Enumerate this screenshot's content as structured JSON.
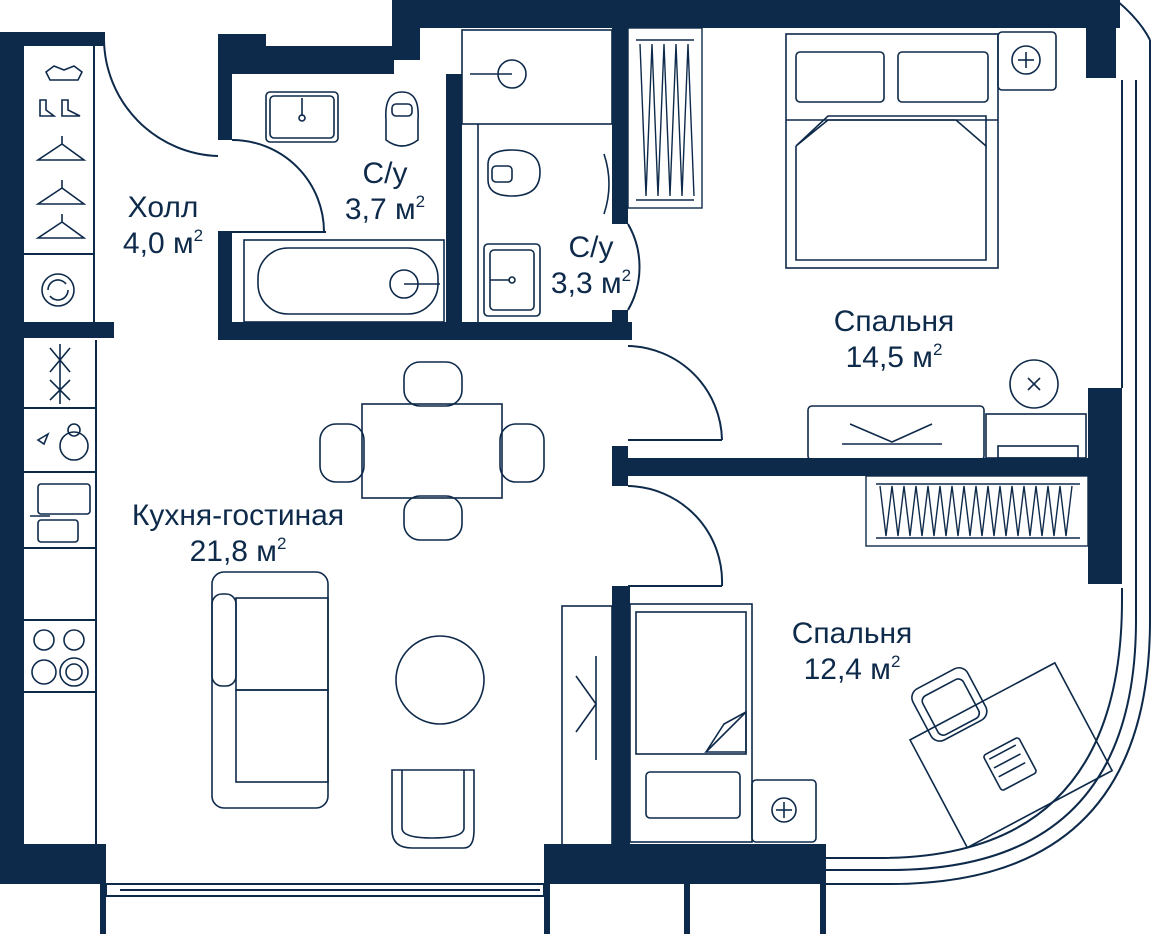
{
  "colors": {
    "wall": "#0e2a4a",
    "line": "#0e2a4a",
    "background": "#ffffff"
  },
  "rooms": [
    {
      "id": "hall",
      "name": "Холл",
      "area": "4,0 м",
      "unit_power": "2"
    },
    {
      "id": "bath1",
      "name": "С/у",
      "area": "3,7 м",
      "unit_power": "2"
    },
    {
      "id": "bath2",
      "name": "С/у",
      "area": "3,3 м",
      "unit_power": "2"
    },
    {
      "id": "bedroom1",
      "name": "Спальня",
      "area": "14,5 м",
      "unit_power": "2"
    },
    {
      "id": "kitchen",
      "name": "Кухня-гостиная",
      "area": "21,8 м",
      "unit_power": "2"
    },
    {
      "id": "bedroom2",
      "name": "Спальня",
      "area": "12,4 м",
      "unit_power": "2"
    }
  ],
  "icons": [
    "hanger-icon",
    "shoes-icon",
    "washing-machine-icon",
    "sink-icon",
    "toilet-icon",
    "bathtub-icon",
    "shower-icon",
    "bed-icon",
    "wardrobe-icon",
    "stove-icon",
    "dining-table-icon",
    "sofa-icon",
    "armchair-icon",
    "round-table-icon",
    "desk-icon",
    "laptop-icon",
    "tv-icon",
    "lamp-icon"
  ]
}
